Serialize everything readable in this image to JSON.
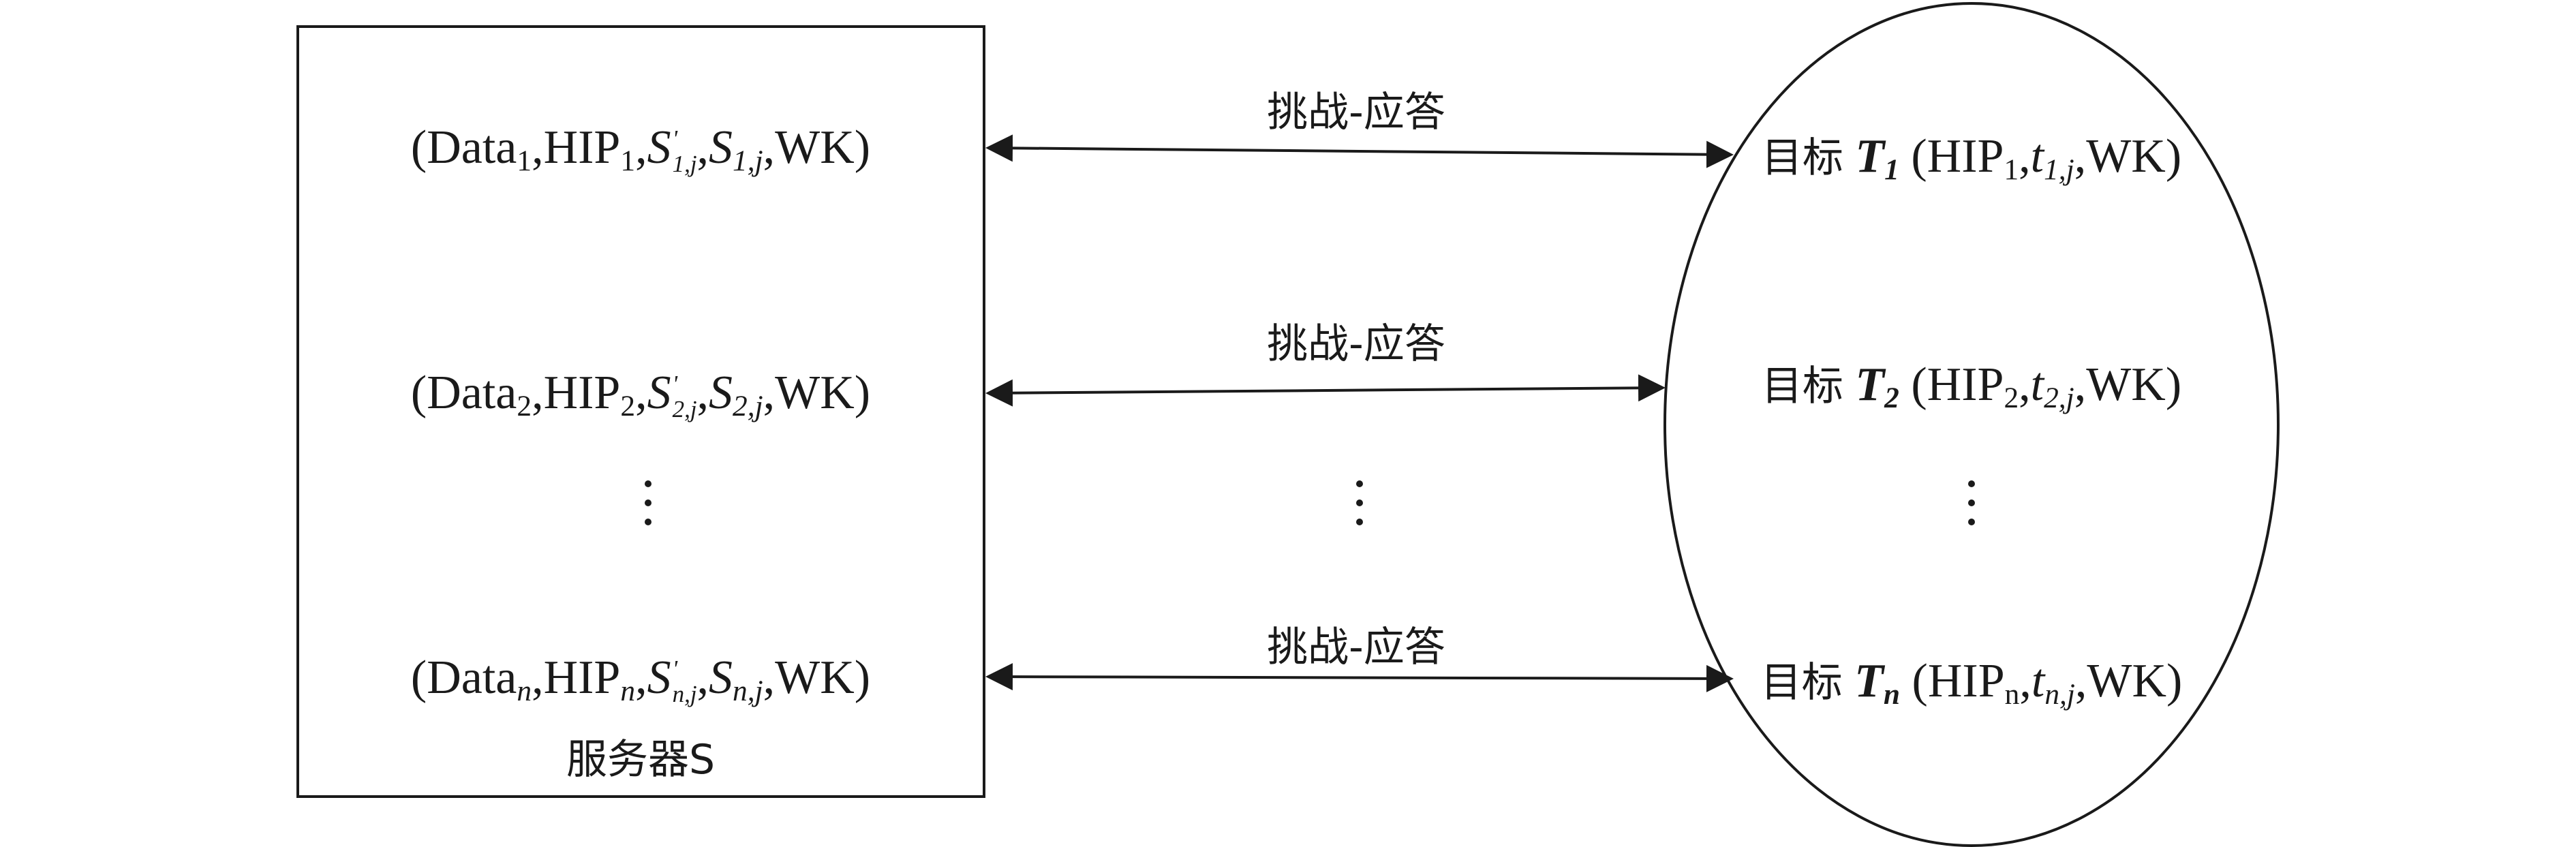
{
  "server": {
    "caption": "服务器S",
    "rows": [
      {
        "open": "(Data",
        "data_sub": "1",
        "hip": "HIP",
        "hip_sub": "1",
        "sprime": "S",
        "sprime_mark": "'",
        "sprime_sub": "1,j",
        "s": "S",
        "s_sub": "1,j",
        "close": "WK)"
      },
      {
        "open": "(Data",
        "data_sub": "2",
        "hip": "HIP",
        "hip_sub": "2",
        "sprime": "S",
        "sprime_mark": "'",
        "sprime_sub": "2,j",
        "s": "S",
        "s_sub": "2,j",
        "close": "WK)"
      },
      {
        "open": "(Data",
        "data_sub": "n",
        "hip": "HIP",
        "hip_sub": "n",
        "sprime": "S",
        "sprime_mark": "'",
        "sprime_sub": "n,j",
        "s": "S",
        "s_sub": "n,j",
        "close": "WK)"
      }
    ]
  },
  "arrows": [
    {
      "label": "挑战-应答"
    },
    {
      "label": "挑战-应答"
    },
    {
      "label": "挑战-应答"
    }
  ],
  "targets": [
    {
      "prefix": "目标",
      "t": "T",
      "t_sub": "1",
      "hip": "(HIP",
      "hip_sub": "1",
      "tt": "t",
      "tt_sub": "1,j",
      "close": "WK)"
    },
    {
      "prefix": "目标",
      "t": "T",
      "t_sub": "2",
      "hip": "(HIP",
      "hip_sub": "2",
      "tt": "t",
      "tt_sub": "2,j",
      "close": "WK)"
    },
    {
      "prefix": "目标",
      "t": "T",
      "t_sub": "n",
      "hip": "(HIP",
      "hip_sub": "n",
      "tt": "t",
      "tt_sub": "n,j",
      "close": "WK)"
    }
  ],
  "colors": {
    "stroke": "#1a1a1a",
    "background": "#ffffff"
  }
}
